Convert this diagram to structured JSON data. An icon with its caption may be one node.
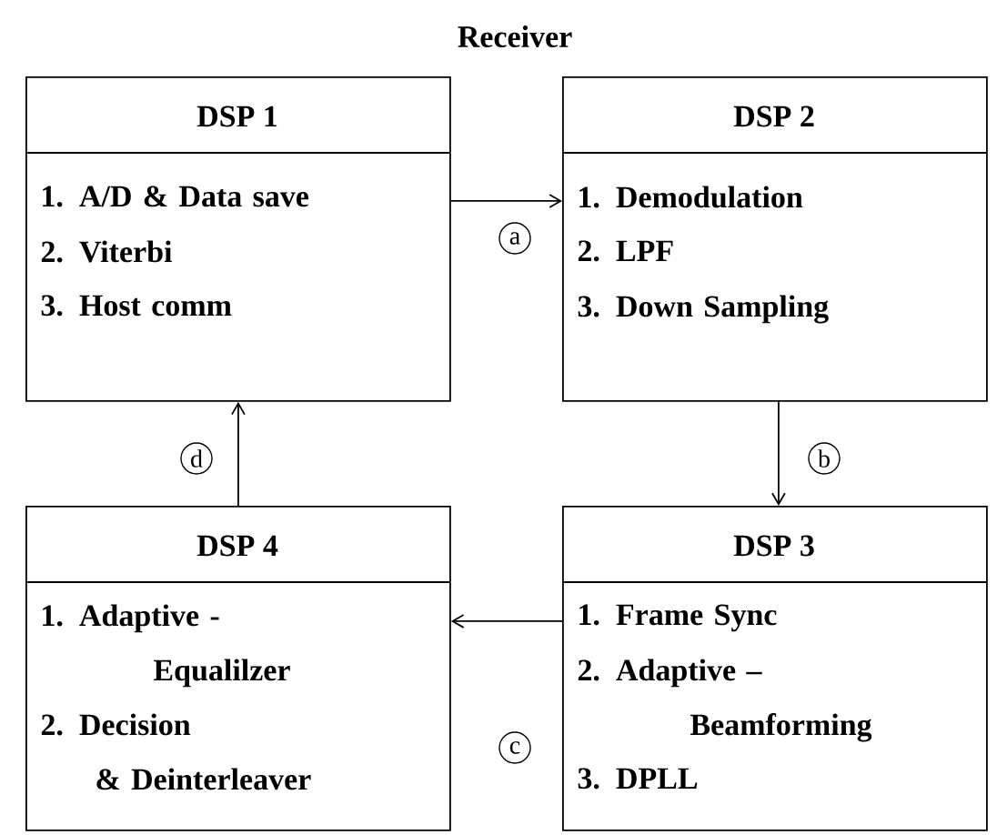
{
  "diagram": {
    "title": "Receiver",
    "nodes": [
      {
        "text": [
          "DSP 1",
          "1. A/D & Data save",
          "2. Viterbi",
          "3. Host comm"
        ]
      },
      {
        "text": [
          "DSP 2",
          "1. Demodulation",
          "2. LPF",
          "3. Down Sampling"
        ]
      },
      {
        "text": [
          "DSP 4",
          "1. Adaptive - Equalilzer",
          "2. Decision & Deinterleaver"
        ]
      },
      {
        "text": [
          "DSP 3",
          "1. Frame Sync",
          "2. Adaptive – Beamforming",
          "3. DPLL"
        ]
      }
    ],
    "edges": [
      {
        "from": 0,
        "to": 1,
        "arrow": "to",
        "label": "a"
      },
      {
        "from": 1,
        "to": 3,
        "arrow": "to",
        "label": "b"
      },
      {
        "from": 3,
        "to": 2,
        "arrow": "to",
        "label": "c"
      },
      {
        "from": 2,
        "to": 0,
        "arrow": "to",
        "label": "d"
      }
    ]
  }
}
